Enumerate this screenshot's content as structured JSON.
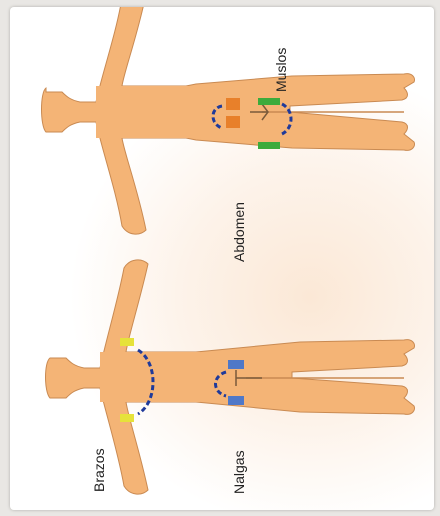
{
  "labels": {
    "muslos": "Muslos",
    "abdomen": "Abdomen",
    "brazos": "Brazos",
    "nalgas": "Nalgas"
  },
  "colors": {
    "background": "#e9e7e4",
    "skin": "#f4b476",
    "skin_outline": "#c98a52",
    "abdomen_site": "#e8802a",
    "thigh_site": "#3cab3c",
    "arm_site": "#e6e23a",
    "buttock_site": "#4f78c8",
    "arrow": "#1f3a9a"
  }
}
